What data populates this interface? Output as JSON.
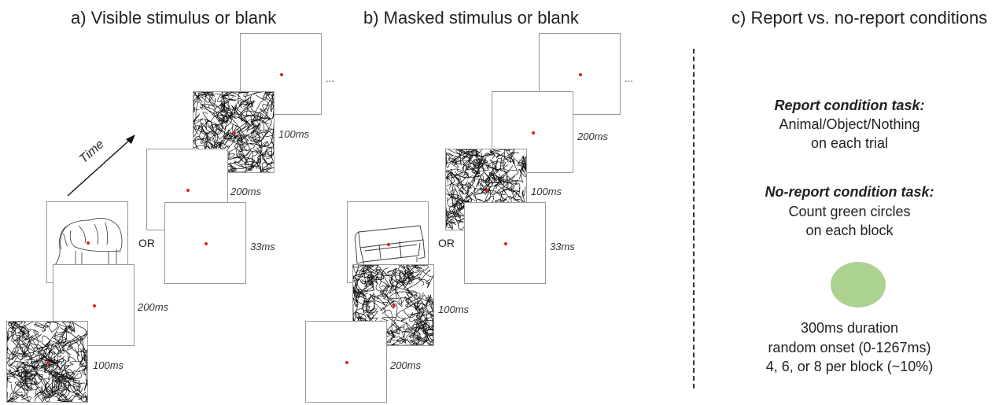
{
  "panel_a": {
    "title": "a) Visible stimulus or blank",
    "time_label": "Time",
    "or_label": "OR",
    "durations": {
      "mask": "100ms",
      "blank_200": "200ms",
      "blank_33": "33ms",
      "top_blank_200": "200ms",
      "top_mask": "100ms"
    },
    "ellipsis": "..."
  },
  "panel_b": {
    "title": "b) Masked stimulus or blank",
    "or_label": "OR",
    "durations": {
      "blank": "200ms",
      "mask": "100ms",
      "blank_33": "33ms",
      "upper_mask": "100ms",
      "upper_blank": "200ms"
    },
    "ellipsis": "..."
  },
  "panel_c": {
    "title": "c) Report vs. no-report conditions",
    "report_heading": "Report condition task:",
    "report_line1": "Animal/Object/Nothing",
    "report_line2": "on each trial",
    "noreport_heading": "No-report condition task:",
    "noreport_line1": "Count green circles",
    "noreport_line2": "on each block",
    "circle_line1": "300ms duration",
    "circle_line2": "random onset (0-1267ms)",
    "circle_line3": "4, 6, or 8 per block (~10%)",
    "circle_color": "#acd28f"
  },
  "colors": {
    "fixation_dot": "#e0201e",
    "frame_border": "#999999"
  },
  "icons": [
    "elephant-drawing",
    "sofa-drawing",
    "noise-mask",
    "fixation-dot",
    "time-arrow"
  ]
}
